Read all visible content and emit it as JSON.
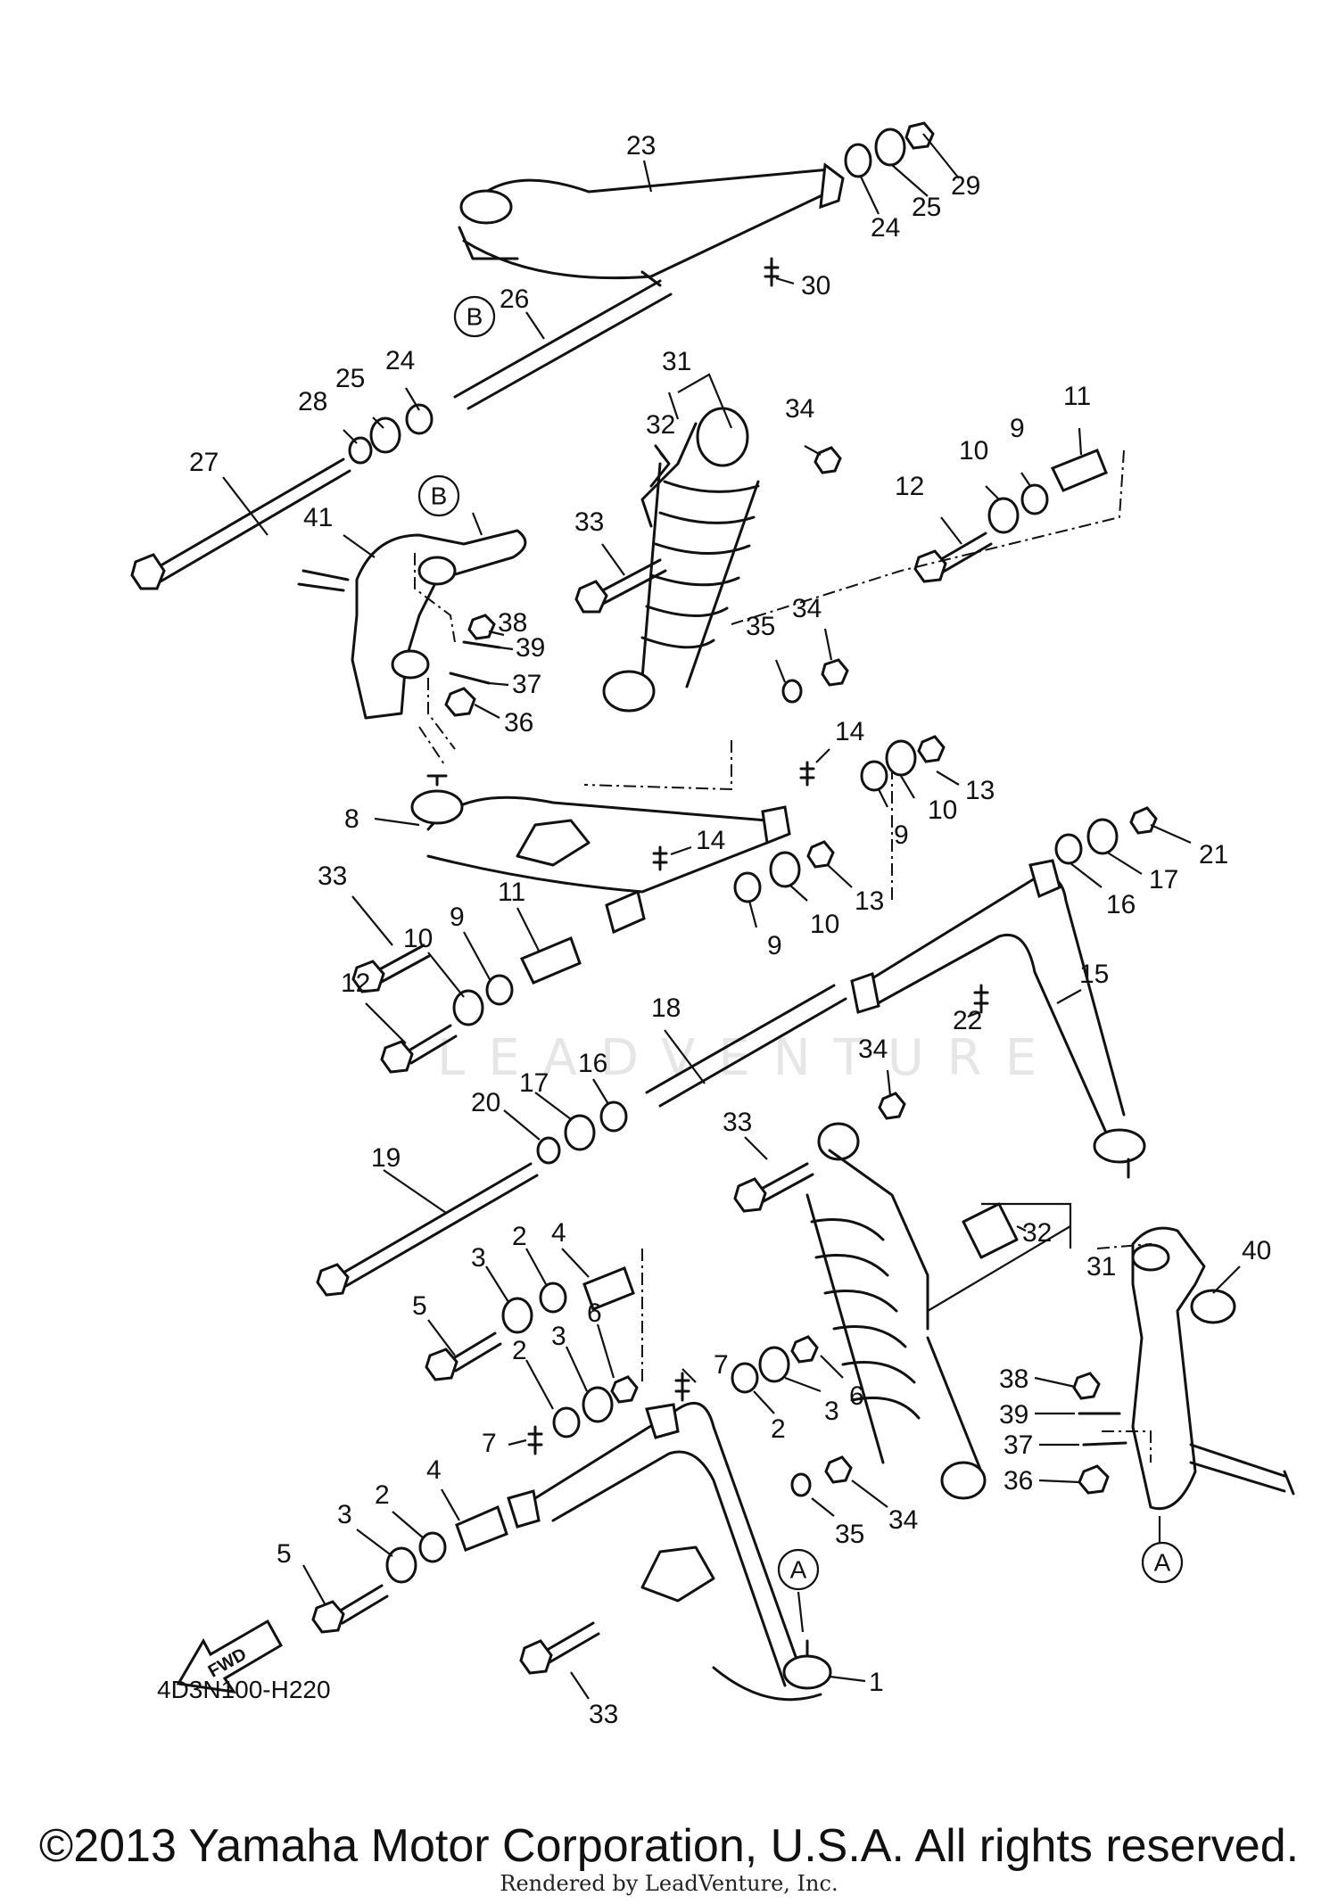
{
  "diagram_code": "4D3N100-H220",
  "copyright": "©2013 Yamaha Motor Corporation, U.S.A. All rights reserved.",
  "rendered_by": "Rendered by LeadVenture, Inc.",
  "watermark": "LEADVENTURE",
  "fwd_label": "FWD",
  "ref_labels": {
    "a": "A",
    "b": "B"
  },
  "callouts": [
    {
      "id": "c23",
      "label": "23"
    },
    {
      "id": "c29",
      "label": "29"
    },
    {
      "id": "c25a",
      "label": "25"
    },
    {
      "id": "c24a",
      "label": "24"
    },
    {
      "id": "c30",
      "label": "30"
    },
    {
      "id": "c26",
      "label": "26"
    },
    {
      "id": "c24b",
      "label": "24"
    },
    {
      "id": "c25b",
      "label": "25"
    },
    {
      "id": "c28",
      "label": "28"
    },
    {
      "id": "c27",
      "label": "27"
    },
    {
      "id": "c31a",
      "label": "31"
    },
    {
      "id": "c32a",
      "label": "32"
    },
    {
      "id": "c34a",
      "label": "34"
    },
    {
      "id": "c33a",
      "label": "33"
    },
    {
      "id": "c11a",
      "label": "11"
    },
    {
      "id": "c9a",
      "label": "9"
    },
    {
      "id": "c10a",
      "label": "10"
    },
    {
      "id": "c12a",
      "label": "12"
    },
    {
      "id": "c41",
      "label": "41"
    },
    {
      "id": "c38a",
      "label": "38"
    },
    {
      "id": "c39a",
      "label": "39"
    },
    {
      "id": "c37a",
      "label": "37"
    },
    {
      "id": "c36a",
      "label": "36"
    },
    {
      "id": "c35a",
      "label": "35"
    },
    {
      "id": "c34b",
      "label": "34"
    },
    {
      "id": "c14a",
      "label": "14"
    },
    {
      "id": "c13a",
      "label": "13"
    },
    {
      "id": "c10b",
      "label": "10"
    },
    {
      "id": "c9b",
      "label": "9"
    },
    {
      "id": "c8",
      "label": "8"
    },
    {
      "id": "c14b",
      "label": "14"
    },
    {
      "id": "c21",
      "label": "21"
    },
    {
      "id": "c17a",
      "label": "17"
    },
    {
      "id": "c16a",
      "label": "16"
    },
    {
      "id": "c13b",
      "label": "13"
    },
    {
      "id": "c10c",
      "label": "10"
    },
    {
      "id": "c9c",
      "label": "9"
    },
    {
      "id": "c33b",
      "label": "33"
    },
    {
      "id": "c11b",
      "label": "11"
    },
    {
      "id": "c9d",
      "label": "9"
    },
    {
      "id": "c10d",
      "label": "10"
    },
    {
      "id": "c12b",
      "label": "12"
    },
    {
      "id": "c15",
      "label": "15"
    },
    {
      "id": "c22",
      "label": "22"
    },
    {
      "id": "c18",
      "label": "18"
    },
    {
      "id": "c34c",
      "label": "34"
    },
    {
      "id": "c16b",
      "label": "16"
    },
    {
      "id": "c17b",
      "label": "17"
    },
    {
      "id": "c20",
      "label": "20"
    },
    {
      "id": "c33c",
      "label": "33"
    },
    {
      "id": "c19",
      "label": "19"
    },
    {
      "id": "c32b",
      "label": "32"
    },
    {
      "id": "c31b",
      "label": "31"
    },
    {
      "id": "c40",
      "label": "40"
    },
    {
      "id": "c4a",
      "label": "4"
    },
    {
      "id": "c2a",
      "label": "2"
    },
    {
      "id": "c3a",
      "label": "3"
    },
    {
      "id": "c5a",
      "label": "5"
    },
    {
      "id": "c6a",
      "label": "6"
    },
    {
      "id": "c3b",
      "label": "3"
    },
    {
      "id": "c2b",
      "label": "2"
    },
    {
      "id": "c7a",
      "label": "7"
    },
    {
      "id": "c6b",
      "label": "6"
    },
    {
      "id": "c3c",
      "label": "3"
    },
    {
      "id": "c2c",
      "label": "2"
    },
    {
      "id": "c7b",
      "label": "7"
    },
    {
      "id": "c38b",
      "label": "38"
    },
    {
      "id": "c39b",
      "label": "39"
    },
    {
      "id": "c37b",
      "label": "37"
    },
    {
      "id": "c36b",
      "label": "36"
    },
    {
      "id": "c4b",
      "label": "4"
    },
    {
      "id": "c2d",
      "label": "2"
    },
    {
      "id": "c3d",
      "label": "3"
    },
    {
      "id": "c5b",
      "label": "5"
    },
    {
      "id": "c34d",
      "label": "34"
    },
    {
      "id": "c35b",
      "label": "35"
    },
    {
      "id": "c1",
      "label": "1"
    },
    {
      "id": "c33d",
      "label": "33"
    }
  ]
}
